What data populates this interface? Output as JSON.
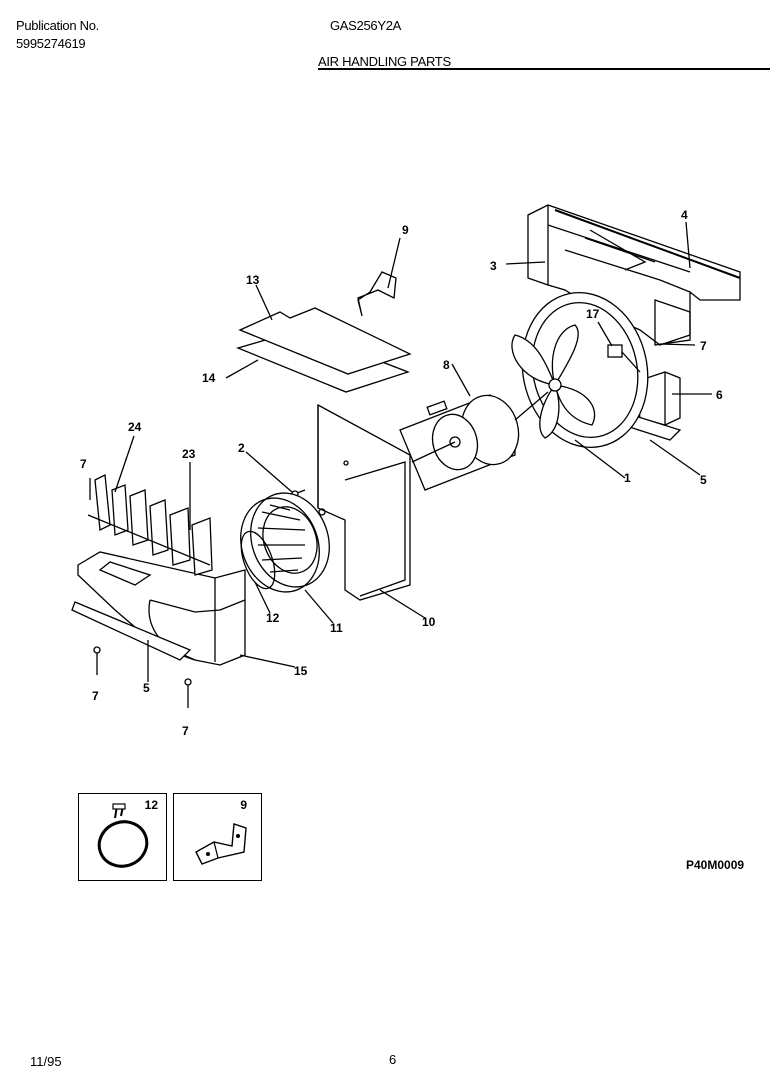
{
  "header": {
    "publication_label": "Publication No.",
    "publication_number": "5995274619",
    "model": "GAS256Y2A",
    "section_title": "AIR HANDLING PARTS"
  },
  "callouts": {
    "c1": "1",
    "c2": "2",
    "c3": "3",
    "c4": "4",
    "c5a": "5",
    "c5b": "5",
    "c6": "6",
    "c7a": "7",
    "c7b": "7",
    "c7c": "7",
    "c7d": "7",
    "c8": "8",
    "c9": "9",
    "c10": "10",
    "c11": "11",
    "c12": "12",
    "c13": "13",
    "c14": "14",
    "c15": "15",
    "c17": "17",
    "c23": "23",
    "c24": "24"
  },
  "inset_boxes": [
    {
      "label": "12",
      "part": "clamp"
    },
    {
      "label": "9",
      "part": "bracket"
    }
  ],
  "drawing_code": "P40M0009",
  "footer": {
    "date": "11/95",
    "page": "6"
  }
}
